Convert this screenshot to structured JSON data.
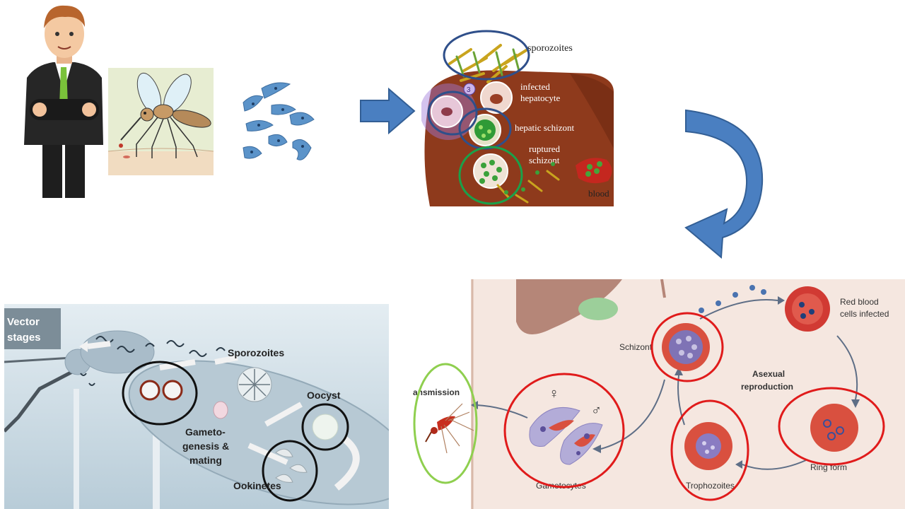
{
  "liver_panel": {
    "sporozoites": "sporozoites",
    "step_number": "3",
    "infected_hepatocyte_line1": "infected",
    "infected_hepatocyte_line2": "hepatocyte",
    "hepatic_schizont": "hepatic schizont",
    "ruptured_schizont_line1": "ruptured",
    "ruptured_schizont_line2": "schizont",
    "blood": "blood"
  },
  "vector_panel": {
    "title_line1": "Vector",
    "title_line2": "stages",
    "sporozoites": "Sporozoites",
    "oocyst": "Oocyst",
    "gametogenesis_line1": "Gameto-",
    "gametogenesis_line2": "genesis &",
    "gametogenesis_line3": "mating",
    "ookinetes": "Ookinetes"
  },
  "blood_panel": {
    "rbc_infected_line1": "Red blood",
    "rbc_infected_line2": "cells infected",
    "schizont": "Schizont",
    "asexual_line1": "Asexual",
    "asexual_line2": "reproduction",
    "transmission": "ansmission",
    "female_symbol": "♀",
    "male_symbol": "♂",
    "gametocytes": "Gametocytes",
    "trophozoites": "Trophozoites",
    "ring_form": "Ring form"
  },
  "colors": {
    "arrow_blue": "#4a7fc1",
    "circle_red": "#e01b1b",
    "circle_green": "#1aa14a",
    "circle_lightgreen": "#8fcf4f",
    "circle_navy": "#2f4f8a",
    "liver": "#8e3a1c"
  }
}
